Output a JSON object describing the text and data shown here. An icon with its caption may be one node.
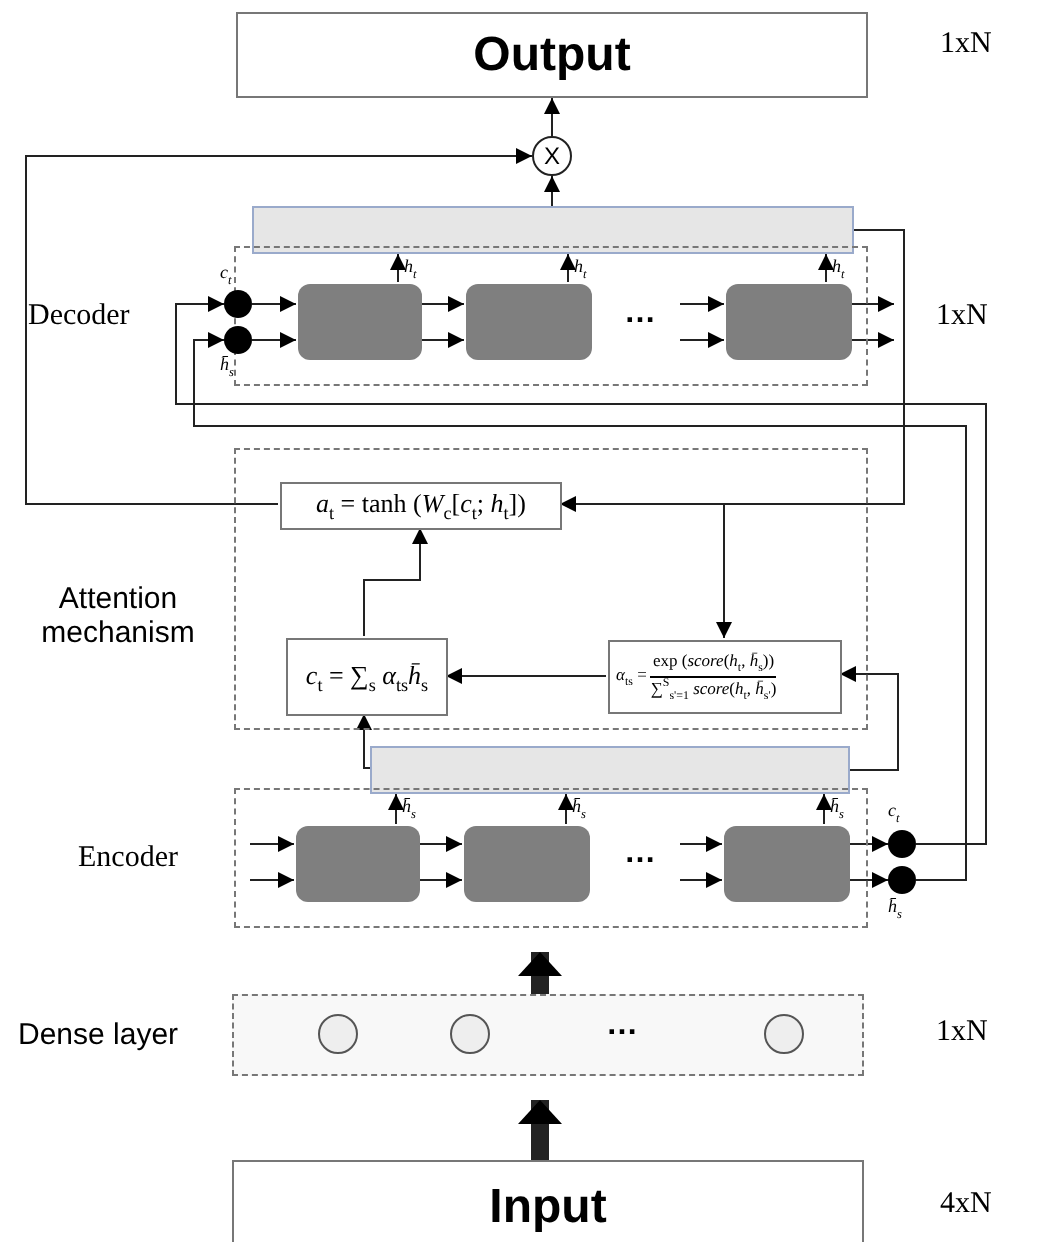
{
  "diagram": {
    "nodes": [
      {
        "text": [
          "Output"
        ],
        "beside": [
          "1xN"
        ]
      },
      {
        "text": [
          "X"
        ]
      },
      {
        "text": [],
        "shape": "bar"
      },
      {
        "text": [],
        "shape": "box",
        "beside": [
          "1xN"
        ]
      },
      {
        "text": [],
        "shape": "circle",
        "beside": [
          "*c*$_{t}$"
        ]
      },
      {
        "text": [],
        "shape": "circle",
        "beside": [
          "*h̄*$_{s}$"
        ]
      },
      {
        "text": [],
        "shape": "box",
        "in": 3
      },
      {
        "text": [],
        "shape": "box",
        "in": 3
      },
      {
        "text": [],
        "shape": "box",
        "in": 3
      },
      {
        "text": [
          "Attention mechanism"
        ]
      },
      {
        "text": [
          "*a*$_{t}$ = tanh (*W*$_{c}$[*c*$_{t}$; *h*$_{t}$])"
        ],
        "in": 9
      },
      {
        "text": [
          "*c*$_{t}$ = ∑$_{s}$ *α*$_{ts}$*h̄*$_{s}$"
        ],
        "in": 9
      },
      {
        "text": [
          "*α*$_{ts}$ =",
          "exp (*score*(*h*$_{t}$, *h̄*$_{s}$))",
          "∑$^{S}$$_{s'=1}$ *score*(*h*$_{t}$, *h̄*$_{s'}$)"
        ],
        "in": 9
      },
      {
        "text": [],
        "shape": "bar"
      },
      {
        "text": [
          "Encoder"
        ]
      },
      {
        "text": [],
        "shape": "box",
        "in": 14
      },
      {
        "text": [],
        "shape": "box",
        "in": 14
      },
      {
        "text": [],
        "shape": "box",
        "in": 14
      },
      {
        "text": [],
        "shape": "circle",
        "beside": [
          "*c*$_{t}$"
        ]
      },
      {
        "text": [],
        "shape": "circle",
        "beside": [
          "*h̄*$_{s}$"
        ]
      },
      {
        "text": [
          "Dense layer"
        ],
        "beside": [
          "1xN"
        ]
      },
      {
        "text": [],
        "shape": "circle",
        "in": 20
      },
      {
        "text": [],
        "shape": "circle",
        "in": 20
      },
      {
        "text": [],
        "shape": "circle",
        "in": 20
      },
      {
        "text": [
          "Input"
        ],
        "beside": [
          "4xN"
        ]
      }
    ],
    "edges": [
      {
        "from": 1,
        "to": 0,
        "arrow": "to"
      },
      {
        "from": 2,
        "to": 1,
        "arrow": "to"
      },
      {
        "from": 6,
        "to": 2,
        "arrow": "to",
        "label": "*h*$_{t}$"
      },
      {
        "from": 7,
        "to": 2,
        "arrow": "to",
        "label": "*h*$_{t}$"
      },
      {
        "from": 8,
        "to": 2,
        "arrow": "to",
        "label": "*h*$_{t}$"
      },
      {
        "from": 4,
        "to": 6,
        "arrow": "to"
      },
      {
        "from": 5,
        "to": 6,
        "arrow": "to"
      },
      {
        "from": 6,
        "to": 7,
        "arrow": "to"
      },
      {
        "from": 6,
        "to": 7,
        "arrow": "to"
      },
      {
        "from": null,
        "to": 8,
        "arrow": "to"
      },
      {
        "from": null,
        "to": 8,
        "arrow": "to"
      },
      {
        "from": 8,
        "to": null,
        "arrow": "to"
      },
      {
        "from": 8,
        "to": null,
        "arrow": "to"
      },
      {
        "from": 10,
        "to": 1,
        "arrow": "to"
      },
      {
        "from": 18,
        "to": 4,
        "arrow": "to"
      },
      {
        "from": 19,
        "to": 5,
        "arrow": "to"
      },
      {
        "from": 2,
        "to": 10,
        "arrow": "to"
      },
      {
        "from": 2,
        "to": 12,
        "arrow": "to"
      },
      {
        "from": 12,
        "to": 11,
        "arrow": "to"
      },
      {
        "from": 11,
        "to": 10,
        "arrow": "to"
      },
      {
        "from": 13,
        "to": 11,
        "arrow": "to"
      },
      {
        "from": 13,
        "to": 12,
        "arrow": "to"
      },
      {
        "from": 15,
        "to": 13,
        "arrow": "to",
        "label": "*h̄*$_{s}$"
      },
      {
        "from": 16,
        "to": 13,
        "arrow": "to",
        "label": "*h̄*$_{s}$"
      },
      {
        "from": 17,
        "to": 13,
        "arrow": "to",
        "label": "*h̄*$_{s}$"
      },
      {
        "from": null,
        "to": 15,
        "arrow": "to"
      },
      {
        "from": null,
        "to": 15,
        "arrow": "to"
      },
      {
        "from": 15,
        "to": 16,
        "arrow": "to"
      },
      {
        "from": 15,
        "to": 16,
        "arrow": "to"
      },
      {
        "from": null,
        "to": 17,
        "arrow": "to"
      },
      {
        "from": null,
        "to": 17,
        "arrow": "to"
      },
      {
        "from": 17,
        "to": 18,
        "arrow": "to"
      },
      {
        "from": 17,
        "to": 19,
        "arrow": "to"
      },
      {
        "from": 20,
        "to": 14,
        "arrow": "to",
        "style": "thick"
      },
      {
        "from": 24,
        "to": 20,
        "arrow": "to",
        "style": "thick"
      }
    ],
    "labels": [
      "Decoder",
      "…",
      "…",
      "…"
    ]
  }
}
